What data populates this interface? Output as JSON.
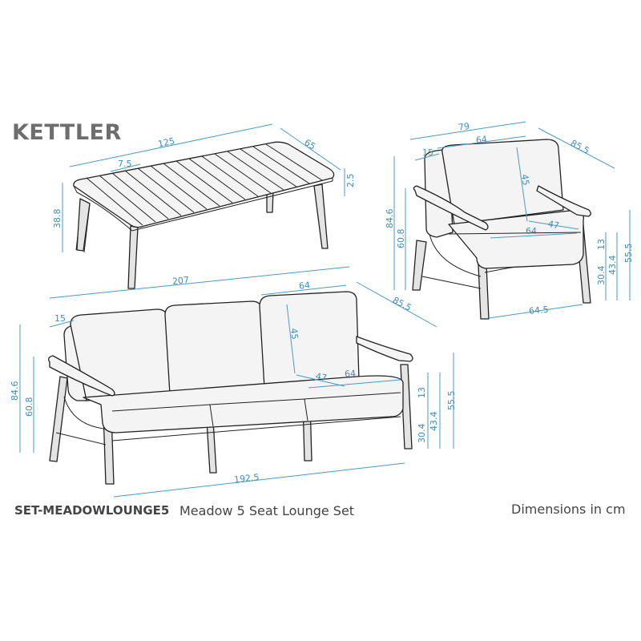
{
  "brand": "KETTLER",
  "footer": {
    "code": "SET-MEADOWLOUNGE5",
    "name": "Meadow 5 Seat Lounge Set",
    "units": "Dimensions in cm"
  },
  "colors": {
    "dimension": "#3b8fbf",
    "logo": "#6e6e6e",
    "line": "#222222"
  },
  "table": {
    "length": "125",
    "depth": "65",
    "slat": "7.5",
    "top_thickness": "2.5",
    "height": "38.8"
  },
  "chair": {
    "width": "79",
    "back_width": "64",
    "arm": "15",
    "back_height": "45",
    "depth": "85.5",
    "height": "84.6",
    "arm_height": "60.8",
    "seat_width": "64",
    "seat_depth": "47",
    "cushion": "13",
    "seat_base": "30.4",
    "seat_height": "43.4",
    "arm_top": "55.5",
    "base_width": "64.5"
  },
  "sofa": {
    "width": "207",
    "back_width": "64",
    "depth": "85.5",
    "arm": "15",
    "back_height": "45",
    "height": "84.6",
    "arm_height": "60.8",
    "seat_depth": "47",
    "seat_width": "64",
    "cushion": "13",
    "seat_base": "30.4",
    "seat_height": "43.4",
    "arm_top": "55.5",
    "base_width": "192.5"
  }
}
